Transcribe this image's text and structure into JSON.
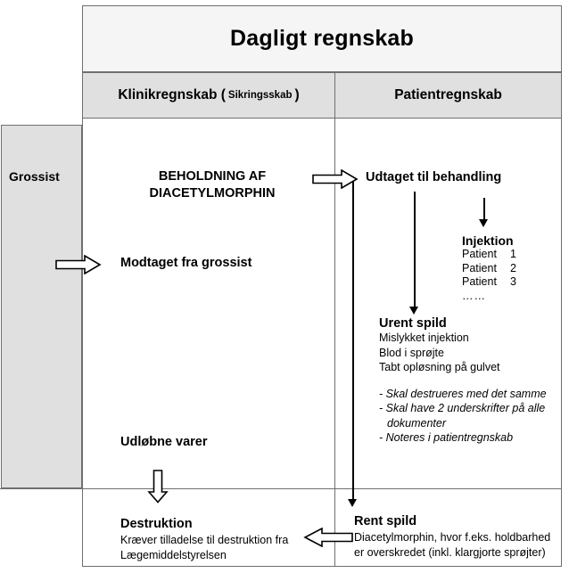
{
  "title": "Dagligt regnskab",
  "columns": {
    "left_main": "Klinikregnskab (",
    "left_sub": "Sikringsskab",
    "left_close": ")",
    "right": "Patientregnskab"
  },
  "grossist": {
    "label": "Grossist"
  },
  "clinic": {
    "stock_line1": "BEHOLDNING AF",
    "stock_line2": "DIACETYLMORPHIN",
    "received": "Modtaget fra grossist",
    "expired": "Udløbne varer",
    "destruction_title": "Destruktion",
    "destruction_line1": "Kræver tilladelse til destruktion fra",
    "destruction_line2": "Lægemiddelstyrelsen"
  },
  "patient": {
    "withdrawn": "Udtaget til behandling",
    "injection_title": "Injektion",
    "patients": [
      {
        "name": "Patient",
        "number": "1"
      },
      {
        "name": "Patient",
        "number": "2"
      },
      {
        "name": "Patient",
        "number": "3"
      }
    ],
    "patients_more": "……",
    "dirty_title": "Urent spild",
    "dirty_lines": [
      "Mislykket injektion",
      "Blod i sprøjte",
      "Tabt opløsning på gulvet"
    ],
    "dirty_notes": [
      "- Skal destrueres med det samme",
      "- Skal have 2 underskrifter på alle",
      "dokumenter",
      "- Noteres i patientregnskab"
    ],
    "clean_title": "Rent spild",
    "clean_line1": "Diacetylmorphin, hvor f.eks. holdbarhed",
    "clean_line2": "er overskredet (inkl. klargjorte sprøjter)"
  },
  "icons": {
    "arrow_grossist_to_clinic": "block-arrow-right-icon",
    "arrow_clinic_to_patient": "block-arrow-right-icon",
    "arrow_expired_to_destruction": "block-arrow-down-icon",
    "arrow_clean_to_destruction": "block-arrow-left-icon",
    "arrow_withdrawn_to_clean": "arrow-down-icon",
    "arrow_withdrawn_to_dirty": "arrow-down-icon",
    "arrow_withdrawn_to_injection": "arrow-down-icon"
  },
  "colors": {
    "band_title_bg": "#f5f5f5",
    "band_col_bg": "#e0e0e0",
    "grossist_bg": "#e0e0e0",
    "border": "#6f6f6f",
    "text": "#000000"
  }
}
